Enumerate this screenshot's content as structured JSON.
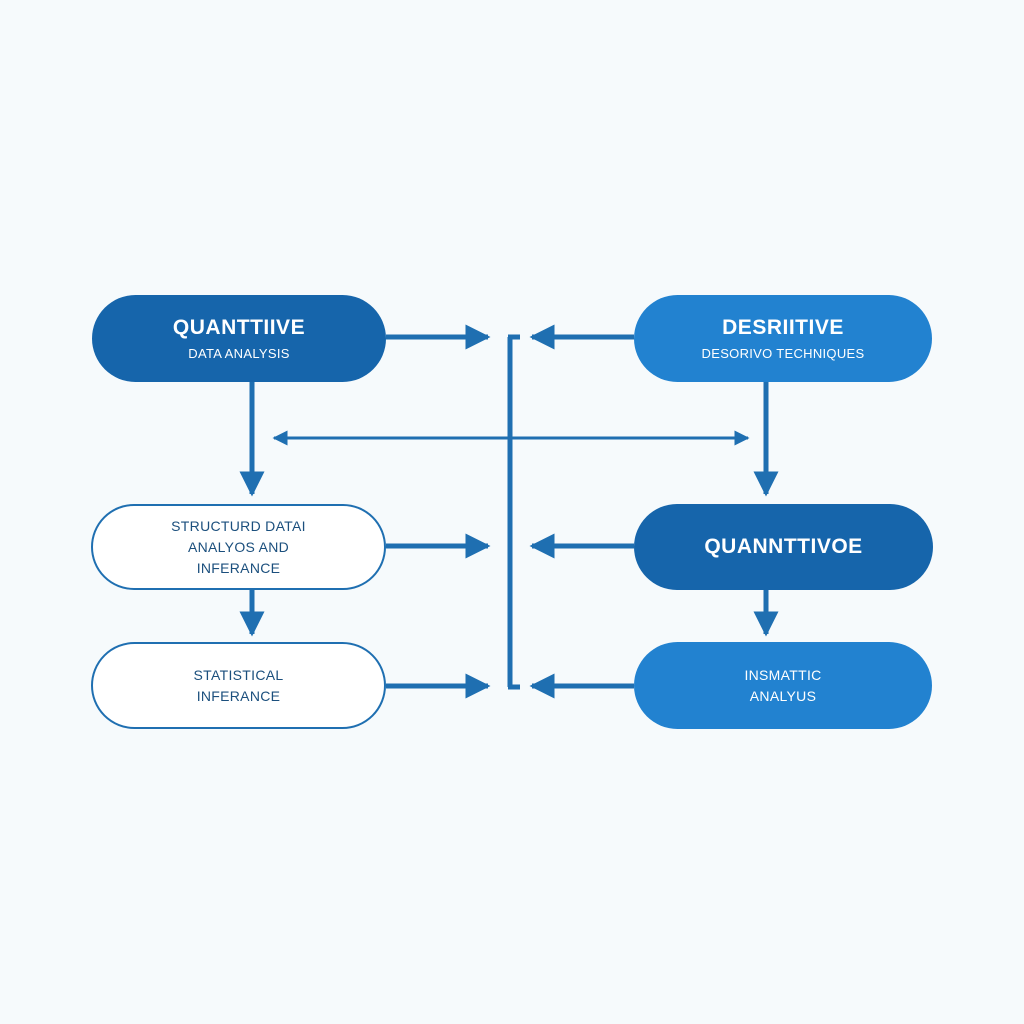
{
  "diagram": {
    "colors": {
      "primary_dark": "#1665ab",
      "primary_light": "#2282d0",
      "connector": "#1f6fb1",
      "background": "#f6fafc"
    },
    "nodes": {
      "n1": {
        "title": "QUANTTIIVE",
        "subtitle": "DATA ANALYSIS"
      },
      "n2": {
        "title": "DESRIITIVE",
        "subtitle": "DESORIVO TECHNIQUES"
      },
      "n3": {
        "lines": [
          "STRUCTURD DATAI",
          "ANALYOS AND",
          "INFERANCE"
        ]
      },
      "n4": {
        "title": "QUANNTTIVOE"
      },
      "n5": {
        "lines": [
          "STATISTICAL",
          "INFERANCE"
        ]
      },
      "n6": {
        "lines": [
          "INSMATTIC",
          "ANALYUS"
        ]
      }
    },
    "edges": [
      {
        "from": "n1",
        "to": "center-bus"
      },
      {
        "from": "n2",
        "to": "center-bus"
      },
      {
        "from": "n1",
        "to": "n3"
      },
      {
        "from": "n2",
        "to": "n4"
      },
      {
        "from": "n3",
        "to": "n5"
      },
      {
        "from": "n4",
        "to": "n6"
      },
      {
        "from": "n3",
        "to": "center-bus"
      },
      {
        "from": "n4",
        "to": "center-bus"
      },
      {
        "from": "n5",
        "to": "center-bus"
      },
      {
        "from": "n6",
        "to": "center-bus"
      },
      {
        "from": "left-column",
        "to": "right-column",
        "bidirectional": true
      }
    ]
  }
}
